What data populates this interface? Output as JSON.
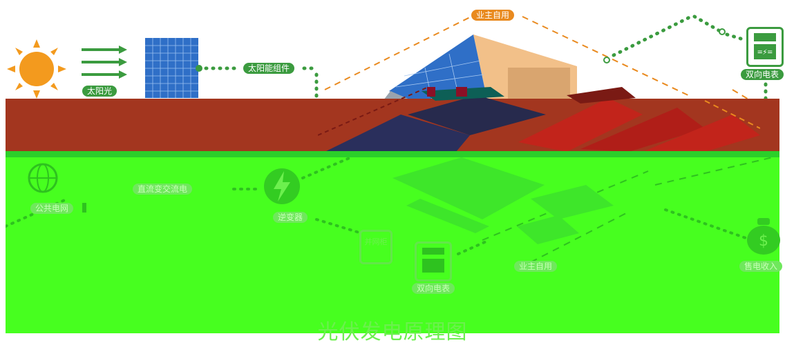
{
  "labels": {
    "sunlight": "太阳光",
    "solar_module": "太阳能组件",
    "self_use_top": "业主自用",
    "bidirectional_meter_top": "双向电表",
    "grid_faded": "公共电网",
    "inverter_faded": "逆变器",
    "dc_to_ac_faded": "直流变交流电",
    "combiner_faded": "并网柜",
    "bidirectional_meter_bottom": "双向电表",
    "self_use_bottom": "业主自用",
    "income_faded": "售电收入"
  },
  "title": "光伏发电原理图",
  "colors": {
    "orange_accent": "#e98a1f",
    "green_accent": "#3b9b3f",
    "red_band": "#a3361f",
    "green_overlay": "#47ff1f",
    "sun": "#f39a1e",
    "panel_blue": "#2f6fc7"
  },
  "icons": {
    "sun": "sun-icon",
    "arrows": "arrow-right-icon",
    "panel": "solar-panel-icon",
    "meter": "bidirectional-meter-icon",
    "globe": "globe-grid-icon",
    "inverter": "lightning-icon",
    "money": "money-bag-icon",
    "house": "factory-roof-icon"
  }
}
